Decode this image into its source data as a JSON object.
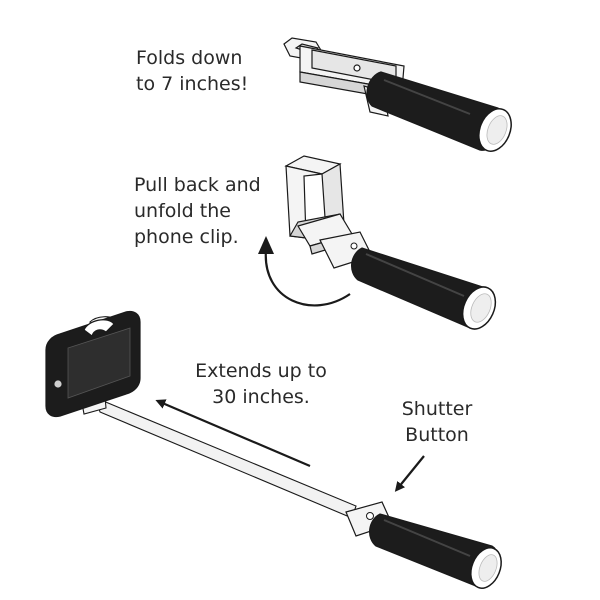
{
  "captions": {
    "fold": {
      "line1": "Folds down",
      "line2": "to 7 inches!"
    },
    "unfold": {
      "line1": "Pull back and",
      "line2": "unfold the",
      "line3": "phone clip."
    },
    "extend": {
      "line1": "Extends up to",
      "line2": "30 inches."
    },
    "shutter": {
      "line1": "Shutter",
      "line2": "Button"
    }
  },
  "colors": {
    "grip": "#1c1c1c",
    "outline": "#1a1a1a",
    "plastic": "#f4f4f4",
    "shade": "#d6d6d6",
    "text": "#2a2a2a"
  },
  "icons": [
    "curved-arrow-icon",
    "left-arrow-icon",
    "down-left-arrow-icon"
  ]
}
